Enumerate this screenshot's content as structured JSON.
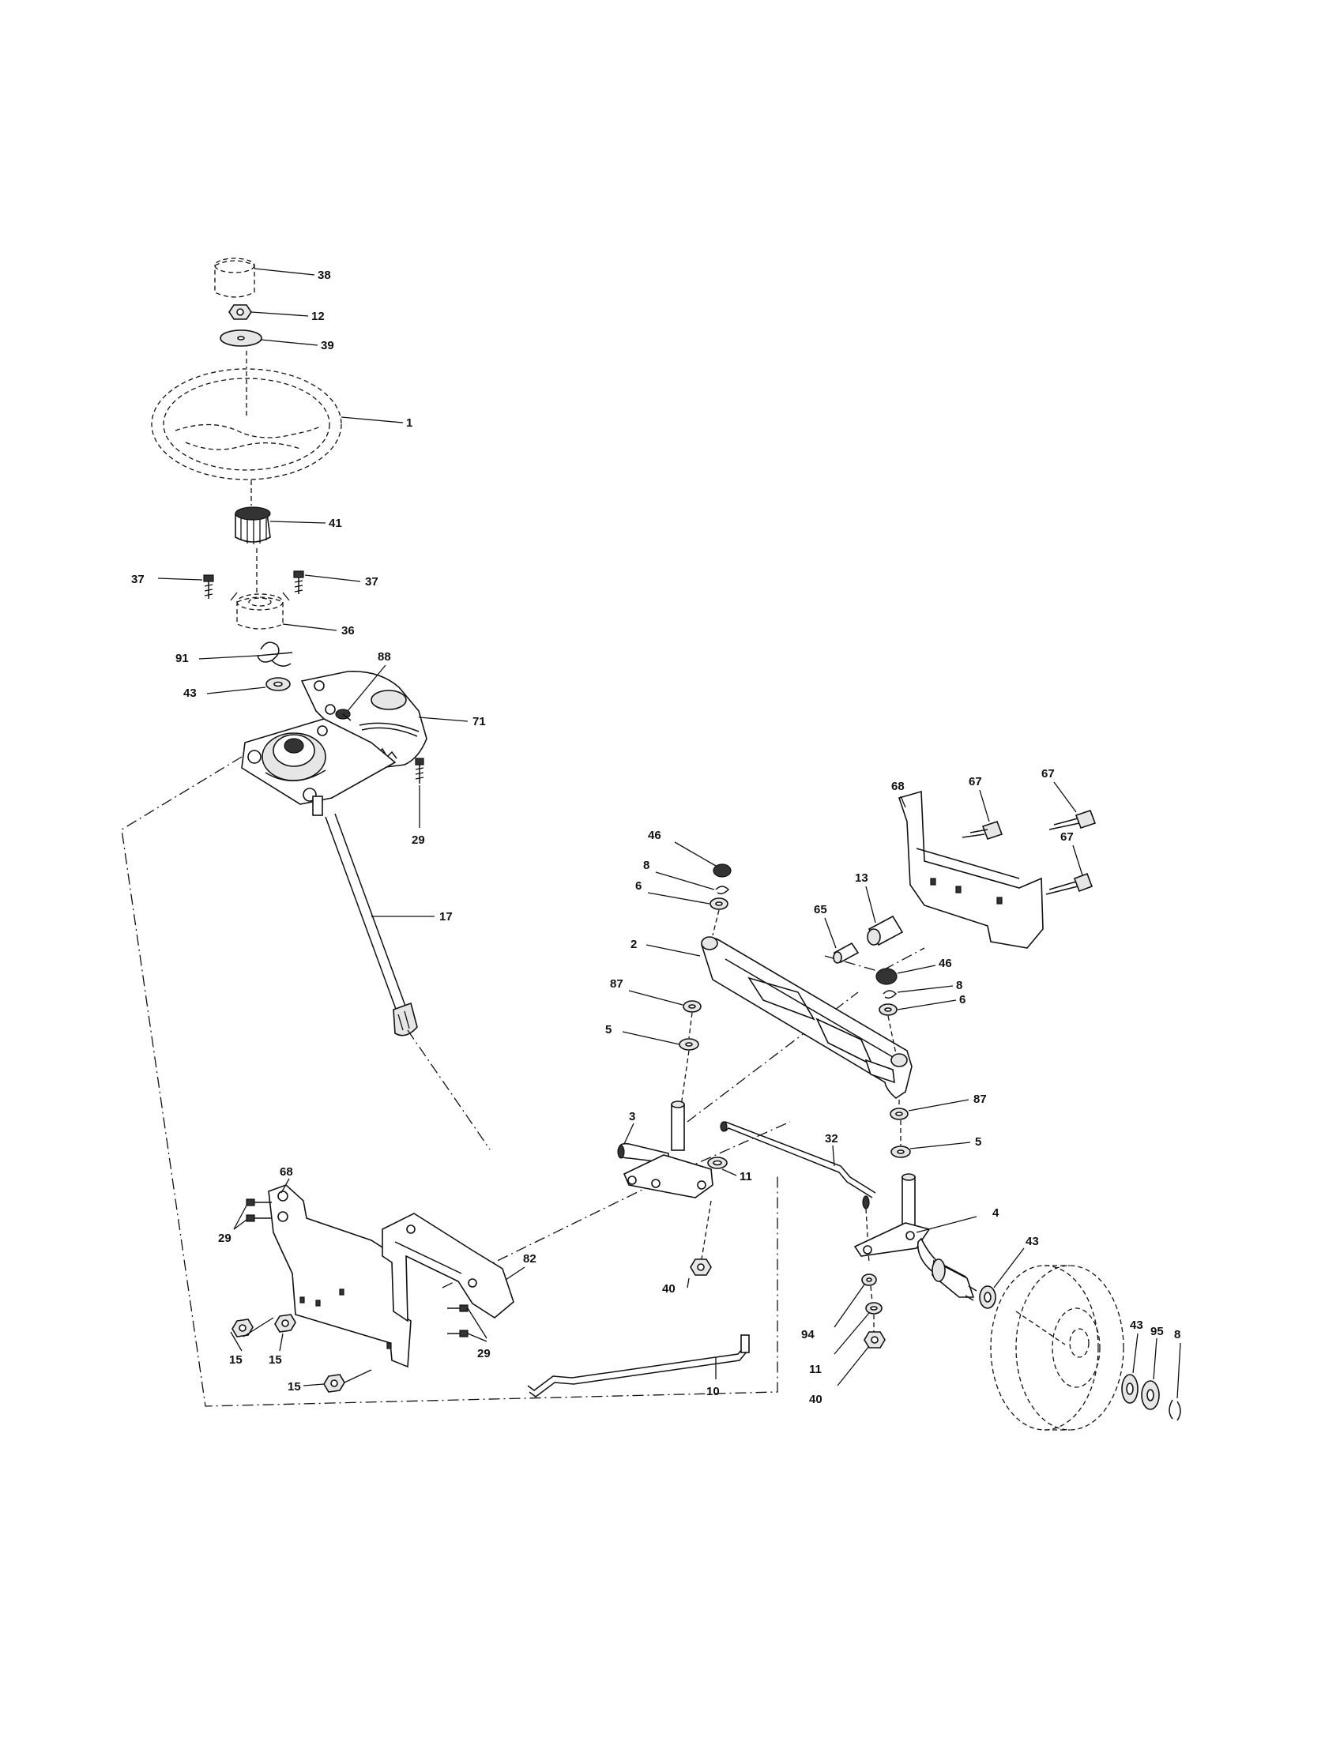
{
  "callouts": {
    "c38": "38",
    "c12": "12",
    "c39": "39",
    "c1": "1",
    "c41": "41",
    "c37a": "37",
    "c37b": "37",
    "c36": "36",
    "c91": "91",
    "c88": "88",
    "c43a": "43",
    "c71": "71",
    "c29a": "29",
    "c17": "17",
    "c68a": "68",
    "c67a": "67",
    "c67b": "67",
    "c67c": "67",
    "c46a": "46",
    "c8a": "8",
    "c6a": "6",
    "c13": "13",
    "c65": "65",
    "c2": "2",
    "c46b": "46",
    "c8b": "8",
    "c6b": "6",
    "c87a": "87",
    "c5a": "5",
    "c87b": "87",
    "c3": "3",
    "c32": "32",
    "c11a": "11",
    "c5b": "5",
    "c4": "4",
    "c43b": "43",
    "c40a": "40",
    "c68b": "68",
    "c29b": "29",
    "c82": "82",
    "c29c": "29",
    "c15a": "15",
    "c15b": "15",
    "c15c": "15",
    "c94": "94",
    "c11b": "11",
    "c40b": "40",
    "c10": "10",
    "c43c": "43",
    "c95": "95",
    "c8c": "8"
  }
}
